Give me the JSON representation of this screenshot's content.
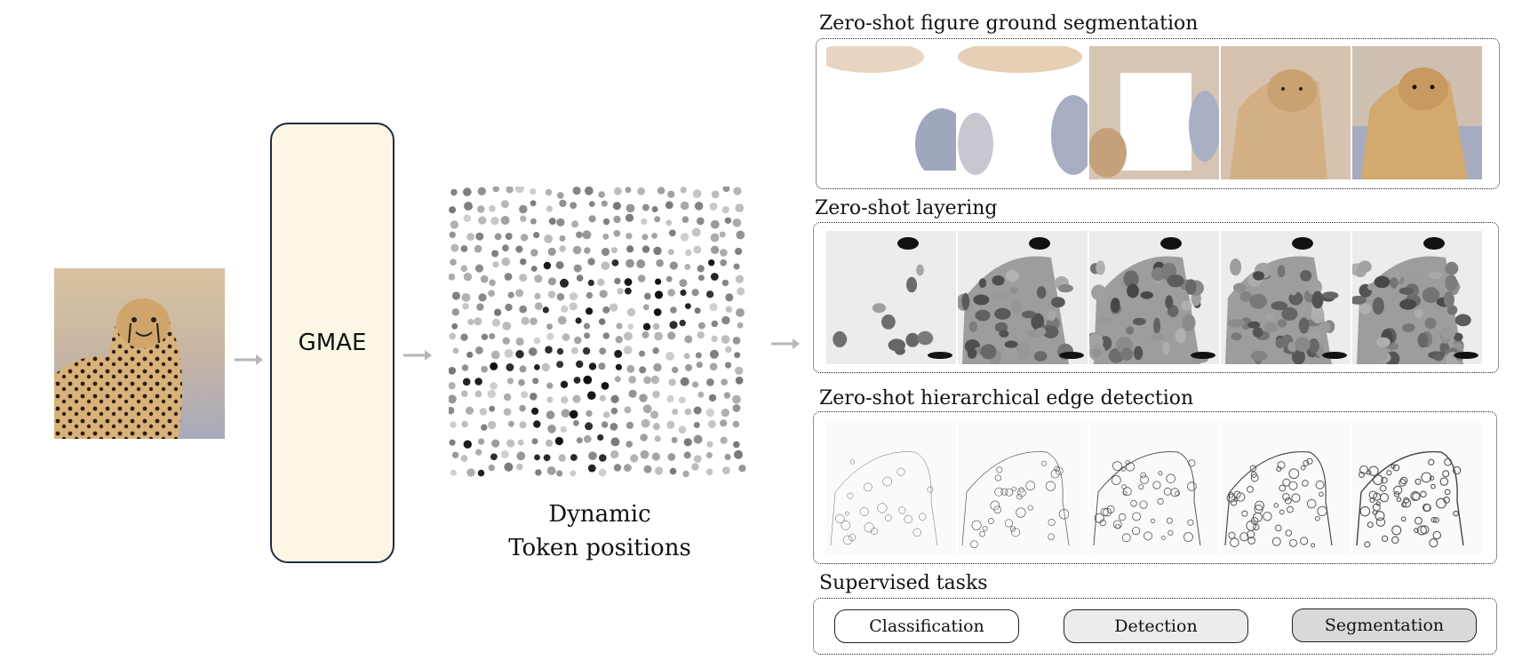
{
  "diagram": {
    "model_label": "GMAE",
    "tokens_caption_line1": "Dynamic",
    "tokens_caption_line2": "Token positions",
    "panels": {
      "segmentation_title": "Zero-shot figure ground segmentation",
      "layering_title": "Zero-shot layering",
      "edges_title": "Zero-shot hierarchical edge detection",
      "supervised_title": "Supervised tasks"
    },
    "tasks": [
      "Classification",
      "Detection",
      "Segmentation"
    ],
    "colors": {
      "gmae_fill": "#fcf6e4",
      "gmae_border": "#1e2d40",
      "arrow": "#b5b5b5",
      "task_fill_1": "#ffffff",
      "task_fill_2": "#ececec",
      "task_fill_3": "#d9d9d9"
    }
  }
}
